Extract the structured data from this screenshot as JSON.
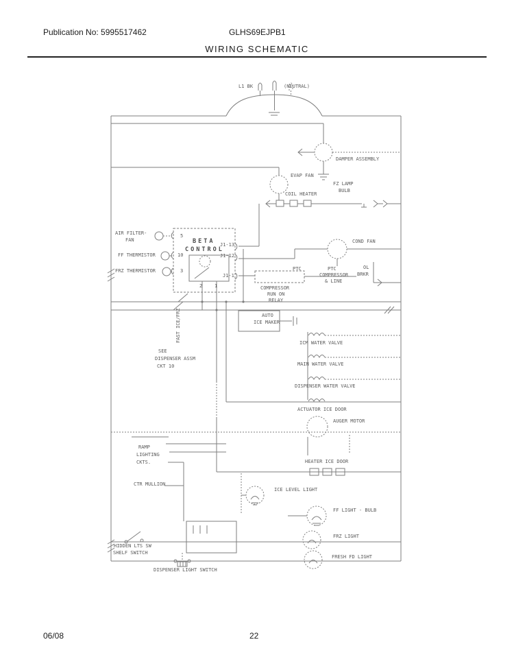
{
  "header": {
    "publication": "Publication No: 5995517462",
    "model": "GLHS69EJPB1",
    "title": "WIRING SCHEMATIC"
  },
  "footer": {
    "date": "06/08",
    "page": "22"
  },
  "colors": {
    "page_bg": "#ffffff",
    "line": "#7e7e7e",
    "label_text": "#5a5a5a",
    "header_text": "#1a1a1a"
  },
  "schematic": {
    "labels": {
      "l1": "L1 BK",
      "neutral": "(NEUTRAL)",
      "damper": "DAMPER ASSEMBLY",
      "evap_fan": "EVAP FAN",
      "coil_heater": "COIL HEATER",
      "fz_lamp1": "FZ LAMP",
      "fz_lamp2": "BULB",
      "air_filter1": "AIR FILTER-",
      "air_filter2": "FAN",
      "ff_therm": "FF THERMISTOR",
      "frz_therm": "FRZ THERMISTOR",
      "beta1": "BETA",
      "beta2": "CONTROL",
      "pin5": "5",
      "pin10": "10",
      "pin3": "3",
      "pin2": "2",
      "pin1": "1",
      "j1_13": "J1-13",
      "j1_12": "J1-12",
      "j1_1": "J1-1",
      "cond_fan": "COND FAN",
      "ptc1": "PTC",
      "ptc2": "COMPRESSOR",
      "ptc3": "& LINE",
      "relay_tag": "PTC",
      "relay1": "COMPRESSOR",
      "relay2": "RUN ON",
      "relay3": "RELAY",
      "ol1": "OL",
      "ol2": "BRKR",
      "fast_ice": "FAST ICE/FRZ",
      "auto1": "AUTO",
      "auto2": "ICE MAKER",
      "icm_valve": "ICM WATER VALVE",
      "main_valve": "MAIN WATER VALVE",
      "disp_valve": "DISPENSER WATER VALVE",
      "actuator": "ACTUATOR ICE DOOR",
      "auger": "AUGER MOTOR",
      "heater_door": "HEATER ICE DOOR",
      "see1": "SEE",
      "see2": "DISPENSER ASSM",
      "see3": "CKT 10",
      "ramp1": "RAMP",
      "ramp2": "LIGHTING",
      "ramp3": "CKTS.",
      "ctr_mullion": "CTR MULLION",
      "ice_level": "ICE LEVEL LIGHT",
      "ff_light": "FF LIGHT - BULB",
      "frz_light": "FRZ LIGHT",
      "fresh_light": "FRESH FD LIGHT",
      "hidden1": "HIDDEN LTS SW",
      "hidden2": "SHELF SWITCH",
      "disp_switch": "DISPENSER LIGHT SWITCH"
    }
  }
}
